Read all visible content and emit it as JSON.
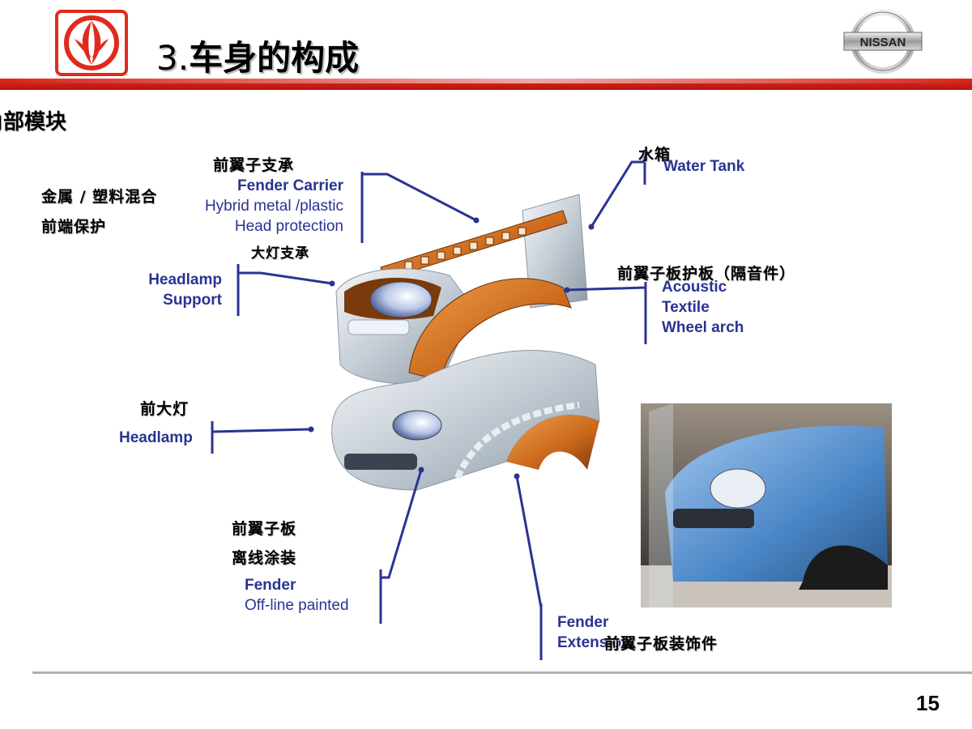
{
  "title": {
    "number": "3.",
    "text": "车身的构成"
  },
  "section": "角部模块",
  "labels": {
    "fender_carrier_cn": "前翼子支承",
    "fender_carrier_en": "Fender Carrier",
    "hybrid_en_1": "Hybrid metal /plastic",
    "hybrid_en_2": "Head protection",
    "hybrid_cn_1": "金属 / 塑料混合",
    "hybrid_cn_2": "前端保护",
    "headlamp_support_cn": "大灯支承",
    "headlamp_support_en_1": "Headlamp",
    "headlamp_support_en_2": "Support",
    "water_tank_cn": "水箱",
    "water_tank_en": "Water Tank",
    "acoustic_cn": "前翼子板护板（隔音件）",
    "acoustic_en_1": "Acoustic",
    "acoustic_en_2": "Textile",
    "acoustic_en_3": "Wheel arch",
    "headlamp_cn": "前大灯",
    "headlamp_en": "Headlamp",
    "fender_cn_1": "前翼子板",
    "fender_cn_2": "离线涂装",
    "fender_en_1": "Fender",
    "fender_en_2": "Off-line painted",
    "extension_en_1": "Fender",
    "extension_en_2": "Extension",
    "extension_cn": "前翼子板装饰件"
  },
  "logo_right_text": "NISSAN",
  "page_number": "15",
  "colors": {
    "accent_red": "#d8271c",
    "label_blue": "#2a3393",
    "line_blue": "#2a3393"
  }
}
